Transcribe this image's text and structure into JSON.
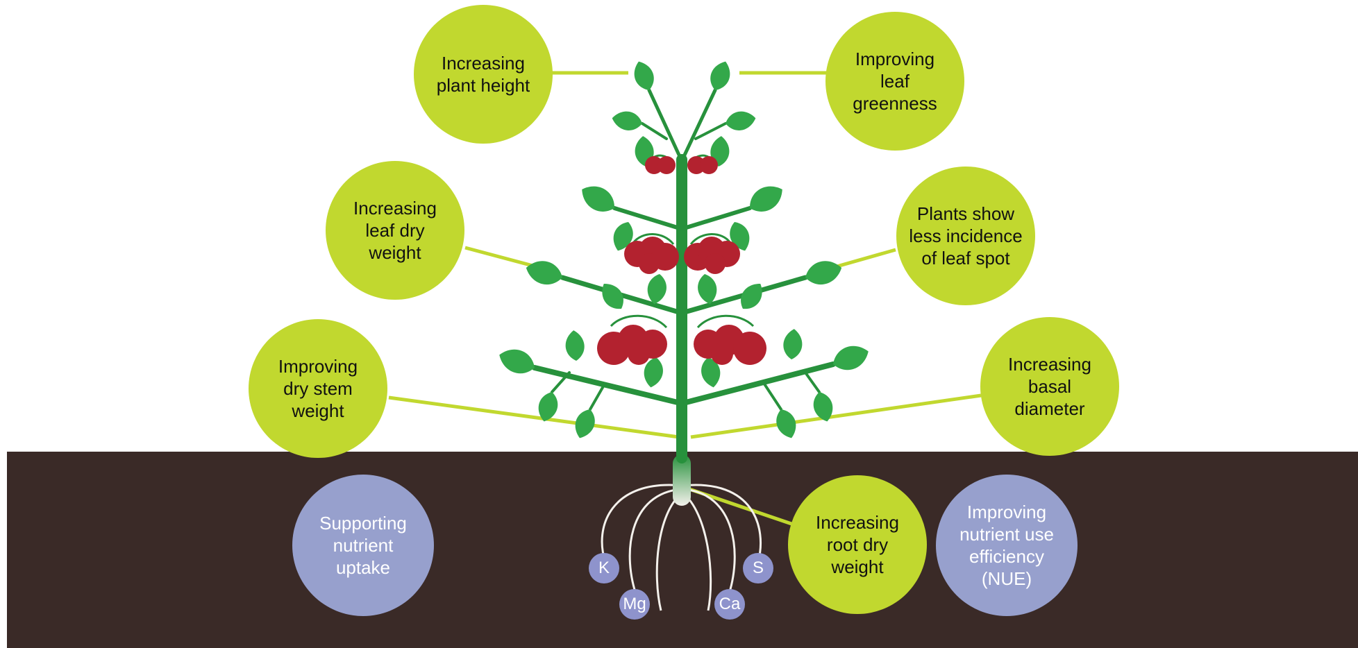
{
  "colors": {
    "bubble_green": "#c1d82f",
    "bubble_purple": "#97a0cd",
    "soil": "#3a2a27",
    "stem": "#27913c",
    "leaf": "#33a84a",
    "fruit": "#b3222f",
    "root": "#f4f1ec",
    "nutrient": "#8e93cc"
  },
  "effects": {
    "plant_height": "Increasing\nplant height",
    "leaf_greenness": "Improving\nleaf\ngreenness",
    "leaf_dry_weight": "Increasing\nleaf dry\nweight",
    "leaf_spot": "Plants show\nless incidence\nof leaf spot",
    "dry_stem_weight": "Improving\ndry stem\nweight",
    "basal_diameter": "Increasing\nbasal\ndiameter",
    "root_dry_weight": "Increasing\nroot dry\nweight",
    "nutrient_uptake": "Supporting\nnutrient\nuptake",
    "nue": "Improving\nnutrient use\nefficiency\n(NUE)"
  },
  "nutrients": {
    "k": "K",
    "mg": "Mg",
    "ca": "Ca",
    "s": "S"
  }
}
